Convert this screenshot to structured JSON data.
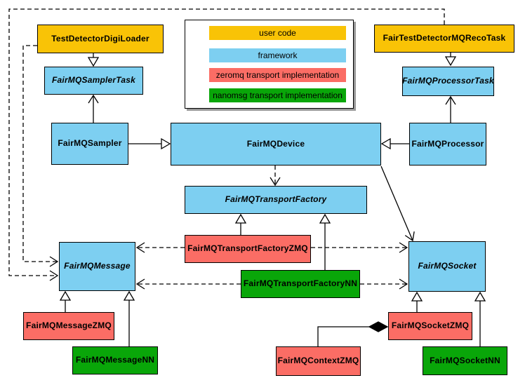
{
  "diagram": {
    "kind": "uml-class-diagram",
    "background": "#FFFFFF"
  },
  "colors": {
    "user_code": "#F9C306",
    "framework": "#7DCFF1",
    "zeromq": "#FB6D65",
    "nanomsg": "#09A609",
    "line": "#000000"
  },
  "legend": {
    "items": [
      {
        "label": "user code",
        "color_key": "user_code"
      },
      {
        "label": "framework",
        "color_key": "framework"
      },
      {
        "label": "zeromq transport implementation",
        "color_key": "zeromq"
      },
      {
        "label": "nanomsg transport implementation",
        "color_key": "nanomsg"
      }
    ]
  },
  "nodes": {
    "digi_loader": {
      "label": "TestDetectorDigiLoader",
      "category": "user_code",
      "abstract": false
    },
    "reco_task": {
      "label": "FairTestDetectorMQRecoTask",
      "category": "user_code",
      "abstract": false
    },
    "sampler_task": {
      "label": "FairMQSamplerTask",
      "category": "framework",
      "abstract": true
    },
    "processor_task": {
      "label": "FairMQProcessorTask",
      "category": "framework",
      "abstract": true
    },
    "sampler": {
      "label": "FairMQSampler",
      "category": "framework",
      "abstract": false
    },
    "device": {
      "label": "FairMQDevice",
      "category": "framework",
      "abstract": false
    },
    "processor": {
      "label": "FairMQProcessor",
      "category": "framework",
      "abstract": false
    },
    "transport_factory": {
      "label": "FairMQTransportFactory",
      "category": "framework",
      "abstract": true
    },
    "transport_factory_zmq": {
      "label": "FairMQTransportFactoryZMQ",
      "category": "zeromq",
      "abstract": false
    },
    "transport_factory_nn": {
      "label": "FairMQTransportFactoryNN",
      "category": "nanomsg",
      "abstract": false
    },
    "message": {
      "label": "FairMQMessage",
      "category": "framework",
      "abstract": true
    },
    "socket": {
      "label": "FairMQSocket",
      "category": "framework",
      "abstract": true
    },
    "message_zmq": {
      "label": "FairMQMessageZMQ",
      "category": "zeromq",
      "abstract": false
    },
    "message_nn": {
      "label": "FairMQMessageNN",
      "category": "nanomsg",
      "abstract": false
    },
    "context_zmq": {
      "label": "FairMQContextZMQ",
      "category": "zeromq",
      "abstract": false
    },
    "socket_zmq": {
      "label": "FairMQSocketZMQ",
      "category": "zeromq",
      "abstract": false
    },
    "socket_nn": {
      "label": "FairMQSocketNN",
      "category": "nanomsg",
      "abstract": false
    }
  }
}
